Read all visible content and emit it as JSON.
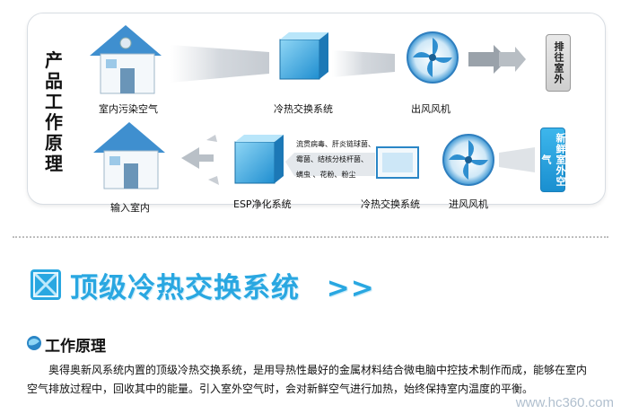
{
  "diagram": {
    "vertical_title": "产品工作原理",
    "top_row": {
      "house_label": "室内污染空气",
      "exchanger_label": "冷热交换系统",
      "fan_label": "出风风机",
      "exit_tab": "排往室外"
    },
    "bottom_row": {
      "house_label": "输入室内",
      "esp_label": "ESP净化系统",
      "exchanger_label": "冷热交换系统",
      "fan_label": "进风风机",
      "fresh_tab": "新鲜室外空气",
      "germs": [
        "流贯病毒、肝炎链球菌、",
        "霉菌、结核分枝杆菌、",
        "螨虫 、花粉、粉尘"
      ]
    }
  },
  "section": {
    "title": "顶级冷热交换系统",
    "arrows": ">>",
    "subtitle": "工作原理",
    "paragraph": "奥得奥新风系统内置的顶级冷热交换系统，是用导热性最好的金属材料结合微电脑中控技术制作而成，能够在室内空气排放过程中，回收其中的能量。引入室外空气时，会对新鲜空气进行加热，始终保持室内温度的平衡。"
  },
  "watermark": "www.hc360.com",
  "colors": {
    "accent": "#29a7e1",
    "house": "#4aa3d8",
    "fan": "#2f8fd0"
  }
}
